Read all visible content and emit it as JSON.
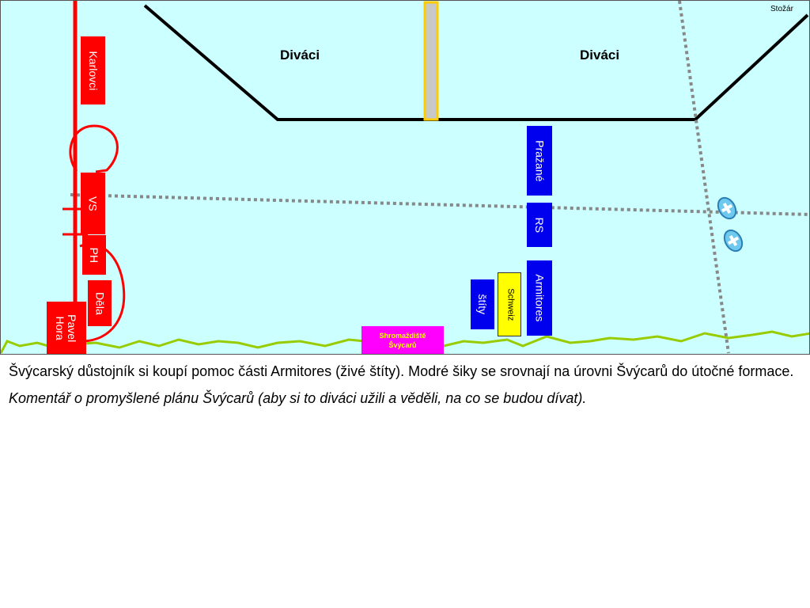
{
  "diagram": {
    "spectators_left": "Diváci",
    "spectators_right": "Diváci",
    "mast": "Stožár",
    "groups": {
      "karlovci": "Karlovci",
      "vs": "VS",
      "ph": "PH",
      "dela": "Děla",
      "pavel_hora_line1": "Pavel",
      "pavel_hora_line2": "Hora",
      "prazane": "Pražané",
      "rs": "RS",
      "armitores": "Armitores",
      "schweiz": "Schweiz",
      "stity": "štíty",
      "shromazdiste_line1": "Shromaždiště",
      "shromazdiste_line2": "Švýcarů"
    },
    "colors": {
      "field": "#ccffff",
      "red": "#ff0000",
      "blue": "#0000ee",
      "yellow": "#ffff00",
      "magenta": "#ff00ff",
      "grass": "#99cc00",
      "mast_frame": "#ffcc00",
      "dotted_line": "#888888"
    },
    "icons": [
      "swiss-cross-shield-icon",
      "swiss-cross-shield-icon"
    ]
  },
  "caption": {
    "paragraph1": "Švýcarský důstojník si koupí pomoc části Armitores (živé štíty). Modré šiky se srovnají na úrovni Švýcarů do útočné formace.",
    "paragraph2": "Komentář o promyšlené plánu Švýcarů (aby si to diváci užili a věděli, na co se budou dívat)."
  }
}
